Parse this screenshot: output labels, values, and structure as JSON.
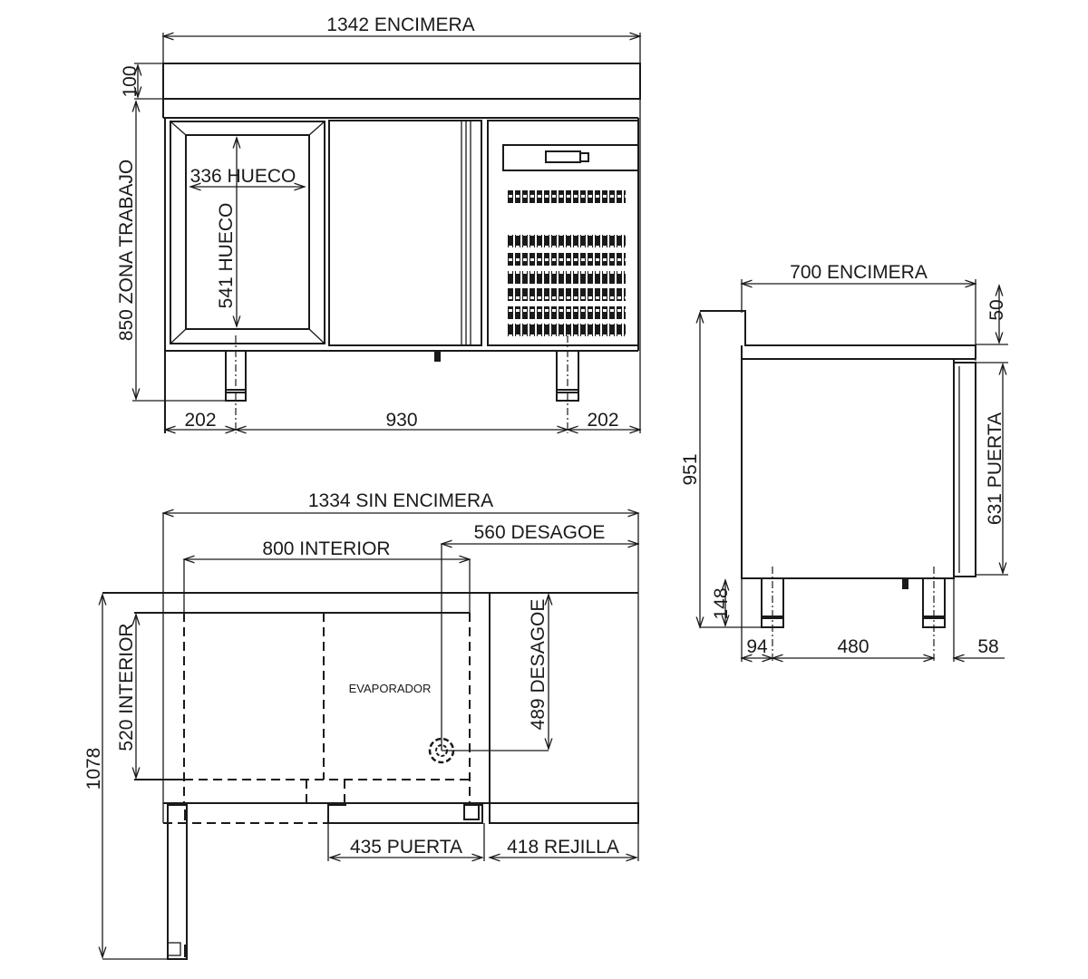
{
  "front_view": {
    "worktop_width": "1342 ENCIMERA",
    "worktop_thickness": "100",
    "work_height": "850 ZONA TRABAJO",
    "opening_width": "336 HUECO",
    "opening_height": "541 HUECO",
    "leg_offset_left": "202",
    "leg_spacing": "930",
    "leg_offset_right": "202"
  },
  "side_view": {
    "worktop_depth": "700 ENCIMERA",
    "worktop_thickness": "50",
    "total_height": "951",
    "door_height": "631 PUERTA",
    "leg_height": "148",
    "leg_offset_front": "94",
    "leg_spacing": "480",
    "door_depth": "58"
  },
  "plan_view": {
    "width_no_worktop": "1334 SIN ENCIMERA",
    "drain_x": "560 DESAGOE",
    "interior_width": "800 INTERIOR",
    "interior_depth": "520 INTERIOR",
    "drain_y": "489 DESAGOE",
    "evaporator_label": "EVAPORADOR",
    "total_depth_open": "1078",
    "door_width": "435 PUERTA",
    "grille_width": "418 REJILLA"
  }
}
